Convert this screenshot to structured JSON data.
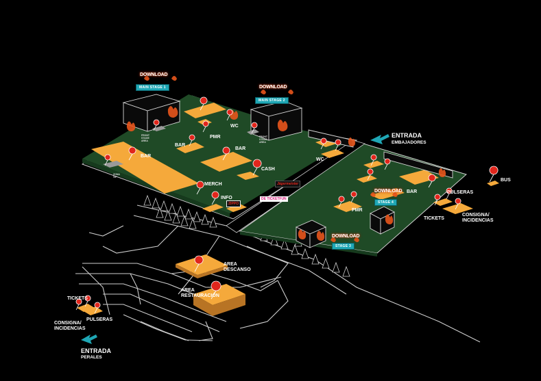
{
  "stages": {
    "main_stage_1": "MAIN STAGE 1",
    "main_stage_2": "MAIN STAGE 2",
    "stage_3": "STAGE 3",
    "stage_4": "STAGE 4"
  },
  "brand": {
    "logo_text": "DOWNLOAD"
  },
  "entrances": {
    "embajadores": {
      "title": "ENTRADA",
      "subtitle": "EMBAJADORES"
    },
    "perales": {
      "title": "ENTRADA",
      "subtitle": "PERALES"
    }
  },
  "labels": {
    "bar_1": "BAR",
    "bar_2": "BAR",
    "bar_3": "BAR",
    "bar_4": "BAR",
    "wc_1": "WC",
    "wc_2": "WC",
    "pmr_1": "PMR",
    "pmr_2": "PMR",
    "cash": "CASH",
    "merch": "MERCH",
    "info": "INFO",
    "bus": "BUS",
    "pulseras_1": "PULSERAS",
    "pulseras_2": "PULSERAS",
    "tickets_1": "TICKETS",
    "tickets_2": "TICKETS",
    "consigna_1": "CONSIGNA/\nINCIDENCIAS",
    "consigna_2": "CONSIGNA/\nINCIDENCIAS",
    "area_descanso": "AREA\nDESCANSO",
    "area_restauracion": "AREA\nRESTAURACIÓN",
    "front_stage_1": "FRONT\nSTAGE\nAREA",
    "front_stage_2": "FRONT\nSTAGE\nAREA",
    "zona_vip": "ZONA\nVIP"
  },
  "sponsors": {
    "zippo": "ZIPPO",
    "ticketfun": "DE TICKETFUN",
    "script": "Jägermeister"
  },
  "colors": {
    "background": "#000000",
    "grass": "#1f4a26",
    "venue_area": "#f5a93b",
    "pin": "#e1261c",
    "stage_tag": "#1fa7b5",
    "arrow": "#1fa7b5",
    "flame": "#e8561c"
  }
}
